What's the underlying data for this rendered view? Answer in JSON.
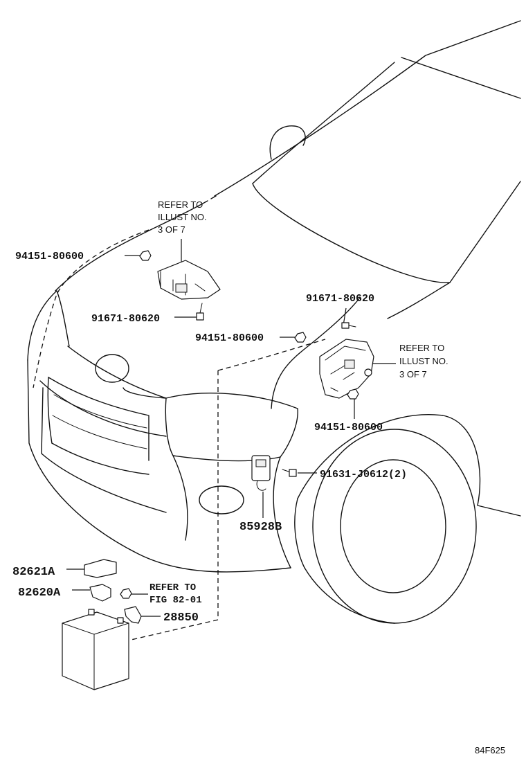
{
  "diagram_id": "84F625",
  "labels": {
    "nut_top_left": "94151-80600",
    "bolt_top_left": "91671-80620",
    "nut_mid": "94151-80600",
    "bolt_right": "91671-80620",
    "nut_lower_right": "94151-80600",
    "bolt_horn": "91631-J0612(2)",
    "horn": "85928B",
    "connector_a": "82621A",
    "clamp_a": "82620A",
    "bracket": "28850"
  },
  "refer_left": {
    "line1": "REFER TO",
    "line2": "ILLUST NO.",
    "line3": "3 OF 7"
  },
  "refer_right": {
    "line1": "REFER TO",
    "line2": "ILLUST NO.",
    "line3": "3 OF 7"
  },
  "refer_fig": {
    "line1": "REFER TO",
    "line2": "FIG 82-01"
  }
}
